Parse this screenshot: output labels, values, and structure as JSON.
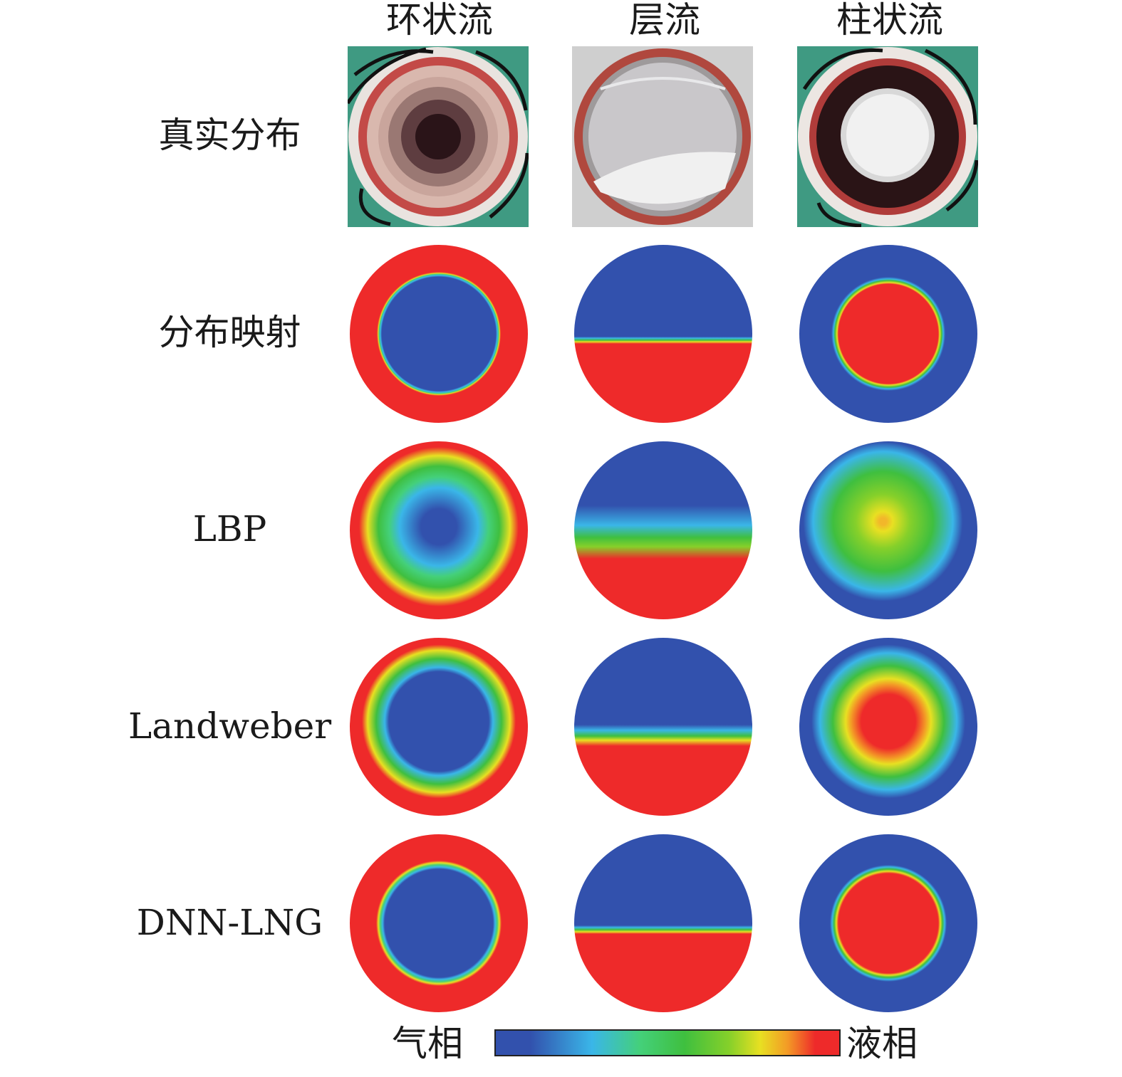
{
  "columns": [
    "环状流",
    "层流",
    "柱状流"
  ],
  "rows": [
    "真实分布",
    "分布映射",
    "LBP",
    "Landweber",
    "DNN-LNG"
  ],
  "colorbar": {
    "left_label": "气相",
    "right_label": "液相"
  },
  "colors": {
    "gas": "#3251ad",
    "liquid": "#ee2a2a",
    "mid": "#3fbf3f",
    "cyan": "#3ab6e8",
    "yellow": "#e8e022"
  }
}
